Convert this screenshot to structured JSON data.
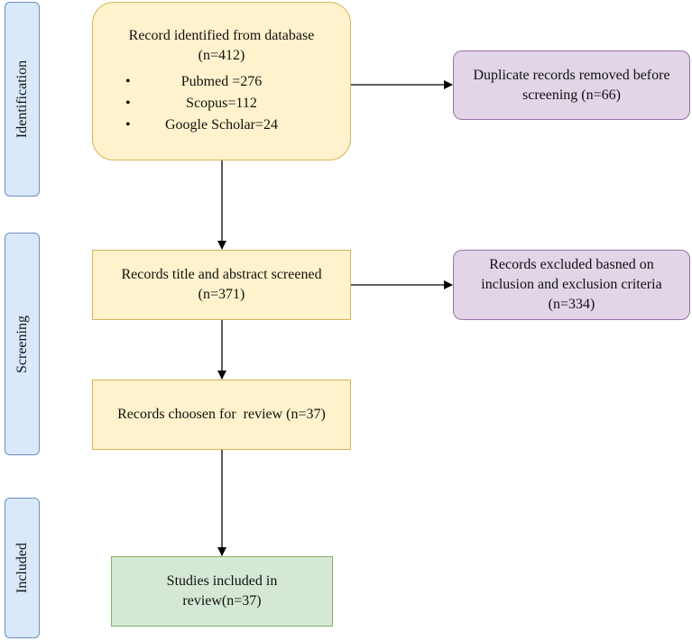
{
  "stages": {
    "identification": "Identification",
    "screening": "Screening",
    "included": "Included"
  },
  "identified": {
    "title": "Record identified from database",
    "count": "(n=412)",
    "sources": [
      {
        "bullet": "•",
        "label": "Pubmed =276"
      },
      {
        "bullet": "•",
        "label": "Scopus=112"
      },
      {
        "bullet": "•",
        "label": "Google Scholar=24"
      }
    ]
  },
  "duplicates": {
    "line1": "Duplicate records removed before",
    "line2": "screening (n=66)"
  },
  "screened": {
    "line1": "Records title and abstract screened",
    "line2": "(n=371)"
  },
  "excluded": {
    "line1": "Records excluded basned on",
    "line2": "inclusion and exclusion criteria",
    "line3": "(n=334)"
  },
  "chosen": {
    "line1": "Records choosen for  review (n=37)"
  },
  "included": {
    "line1": "Studies included in",
    "line2": "review(n=37)"
  },
  "colors": {
    "stage_fill": "#dae8fc",
    "yellow_fill": "#fff2cc",
    "purple_fill": "#e1d5e7",
    "green_fill": "#d5e8d4"
  }
}
